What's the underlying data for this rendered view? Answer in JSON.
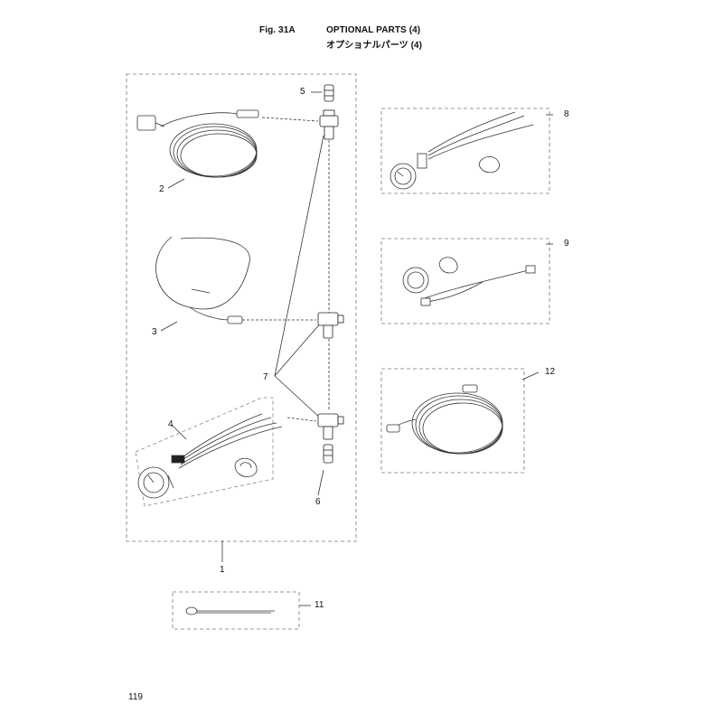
{
  "header": {
    "fig": "Fig. 31A",
    "title": "OPTIONAL PARTS (4)",
    "title_jp": "オプショナルパーツ (4)"
  },
  "callouts": {
    "c1": "1",
    "c2": "2",
    "c3": "3",
    "c4": "4",
    "c5": "5",
    "c6": "6",
    "c7": "7",
    "c8": "8",
    "c9": "9",
    "c11": "11",
    "c12": "12"
  },
  "page_number": "119"
}
